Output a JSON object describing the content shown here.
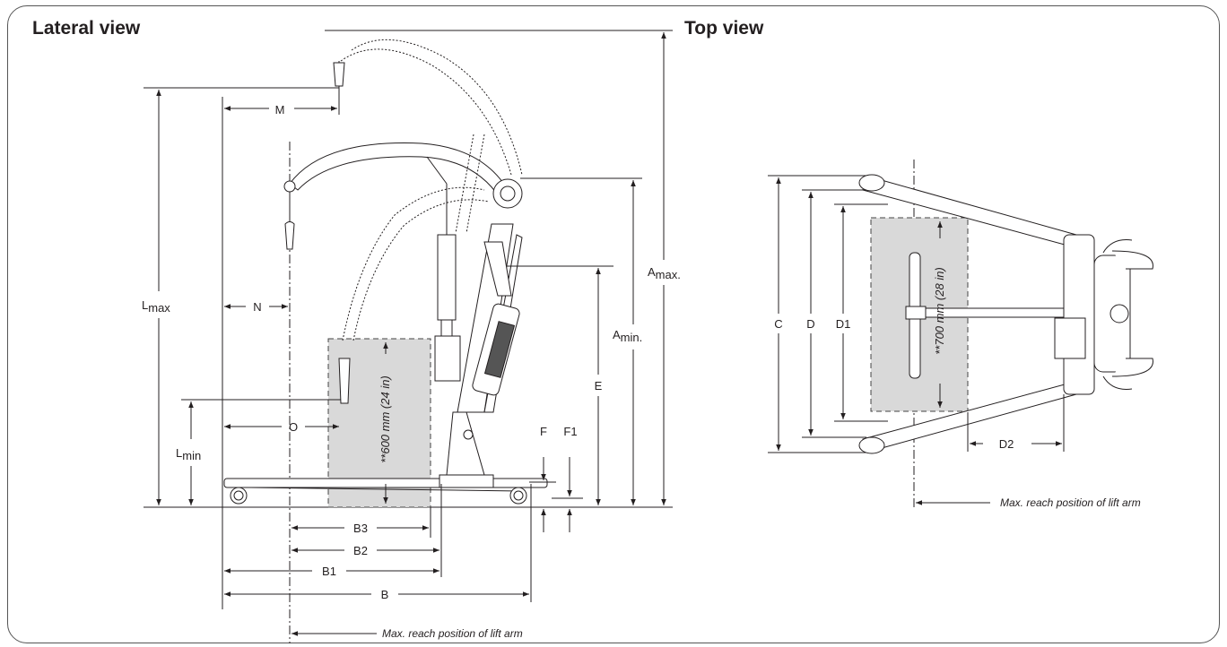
{
  "headings": {
    "lateral": "Lateral view",
    "top": "Top view"
  },
  "lateral": {
    "dims": {
      "M": "M",
      "N": "N",
      "O": "O",
      "L_max": "L",
      "L_max_sub": "max",
      "L_min": "L",
      "L_min_sub": "min",
      "A_max": "A",
      "A_max_sub": "max.",
      "A_min": "A",
      "A_min_sub": "min.",
      "E": "E",
      "F": "F",
      "F1": "F1",
      "B": "B",
      "B1": "B1",
      "B2": "B2",
      "B3": "B3"
    },
    "zone_label": "**600 mm (24 in)",
    "reach_note": "Max. reach position of lift arm"
  },
  "top": {
    "dims": {
      "C": "C",
      "D": "D",
      "D1": "D1",
      "D2": "D2"
    },
    "zone_label": "**700 mm (28 in)",
    "reach_note": "Max. reach position of lift arm"
  },
  "colors": {
    "line": "#231f20",
    "zone_fill": "#d9d9d9",
    "zone_border": "#444444",
    "frame": "#555555"
  }
}
